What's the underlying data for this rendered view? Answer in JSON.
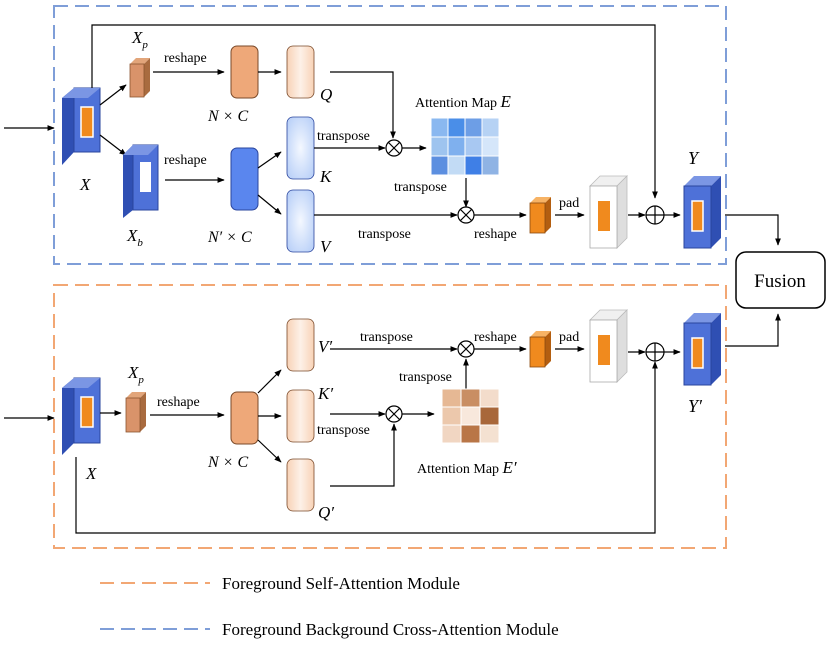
{
  "top_module": {
    "x_label": "X",
    "xp_label": "X",
    "xp_sub": "p",
    "xb_label": "X",
    "xb_sub": "b",
    "reshape1": "reshape",
    "reshape2": "reshape",
    "dim_nc": "N × C",
    "dim_n_prime_c": "N′ × C",
    "q_label": "Q",
    "k_label": "K",
    "v_label": "V",
    "transpose_k": "transpose",
    "transpose_e": "transpose",
    "transpose_v": "transpose",
    "reshape3": "reshape",
    "pad": "pad",
    "attention_map": "Attention Map",
    "attention_symbol": "E",
    "y_label": "Y"
  },
  "bottom_module": {
    "x_label": "X",
    "xp_label": "X",
    "xp_sub": "p",
    "reshape1": "reshape",
    "dim_nc": "N × C",
    "v_label": "V′",
    "k_label": "K′",
    "q_label": "Q′",
    "transpose_v": "transpose",
    "transpose_e": "transpose",
    "transpose_k": "transpose",
    "reshape2": "reshape",
    "pad": "pad",
    "attention_map": "Attention Map",
    "attention_symbol": "E′",
    "y_label": "Y′"
  },
  "fusion": "Fusion",
  "legend": {
    "self_attention": "Foreground Self-Attention Module",
    "cross_attention": "Foreground Background Cross-Attention Module"
  },
  "colors": {
    "blue_dash": "#7f9ed8",
    "orange_dash": "#f2a774",
    "block_blue": "#4e71d8",
    "block_orange": "#f08a1e",
    "grid_blue": [
      "#8ab8f0",
      "#4a8ee8",
      "#6d9ee6",
      "#b6d2f4",
      "#9ec4ef",
      "#7fb0ee",
      "#a8c8f2",
      "#d5e6fa",
      "#5c8fe0",
      "#c2dbf5",
      "#3f7fe6",
      "#8fb3e4"
    ],
    "grid_orange": [
      "#e6b894",
      "#c98e63",
      "#f3dccb",
      "#ecc8ac",
      "#f8e8dc",
      "#a8673a",
      "#f1d6c2",
      "#b97647",
      "#f4e1d1"
    ]
  }
}
